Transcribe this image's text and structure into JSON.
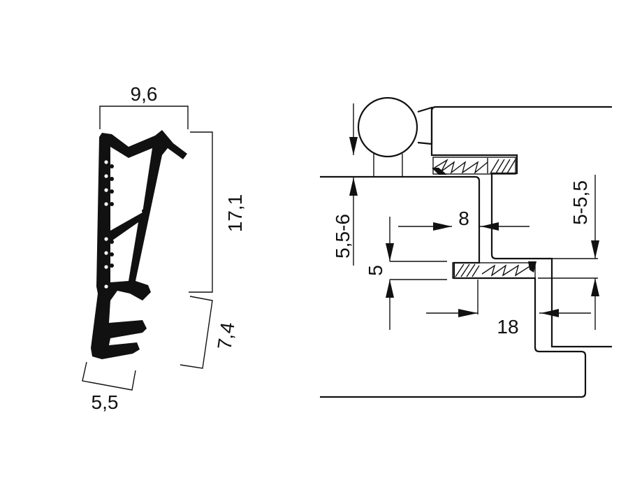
{
  "diagram": {
    "profile_dims": {
      "width_top": "9,6",
      "height": "17,1",
      "lower_height": "7,4",
      "width_bottom": "5,5"
    },
    "section_dims": {
      "gap_left": "5,5-6",
      "gap_center": "8",
      "gap_right": "5-5,5",
      "gap_lower": "5",
      "width_lower": "18"
    },
    "colors": {
      "line": "#111111",
      "background": "#ffffff"
    }
  }
}
